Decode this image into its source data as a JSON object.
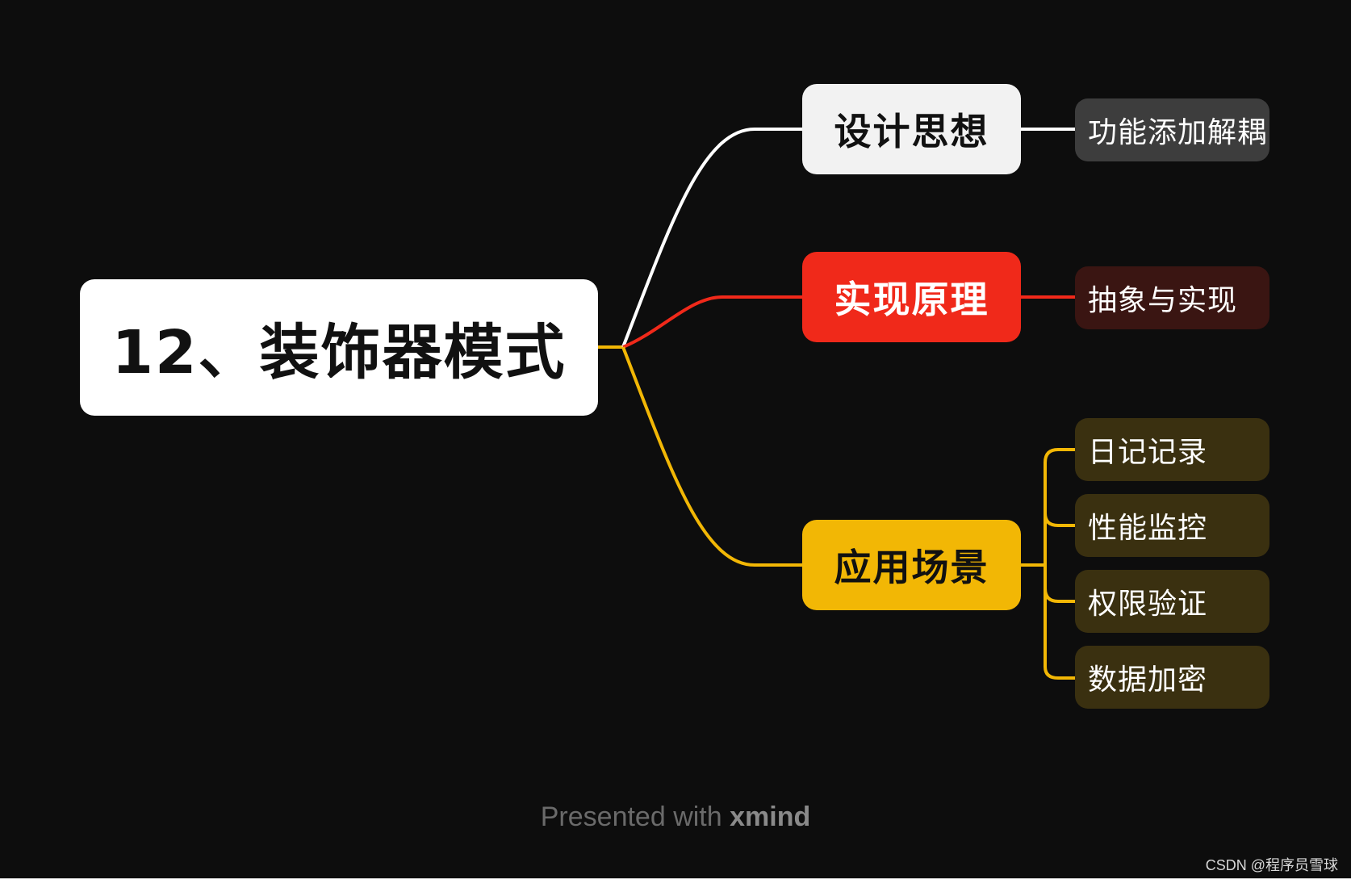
{
  "mindmap": {
    "root": {
      "label": "12、装饰器模式",
      "color": "#ffffff"
    },
    "branches": [
      {
        "label": "设计思想",
        "color": "#f2f2f2",
        "line_color": "#ffffff",
        "children": [
          "功能添加解耦"
        ]
      },
      {
        "label": "实现原理",
        "color": "#f0291a",
        "line_color": "#f0291a",
        "children": [
          "抽象与实现"
        ]
      },
      {
        "label": "应用场景",
        "color": "#f2b705",
        "line_color": "#f2b705",
        "children": [
          "日记记录",
          "性能监控",
          "权限验证",
          "数据加密"
        ]
      }
    ]
  },
  "footer": {
    "prefix": "Presented with",
    "brand": "xmind"
  },
  "watermark": "CSDN @程序员雪球",
  "colors": {
    "background": "#0d0d0d"
  }
}
